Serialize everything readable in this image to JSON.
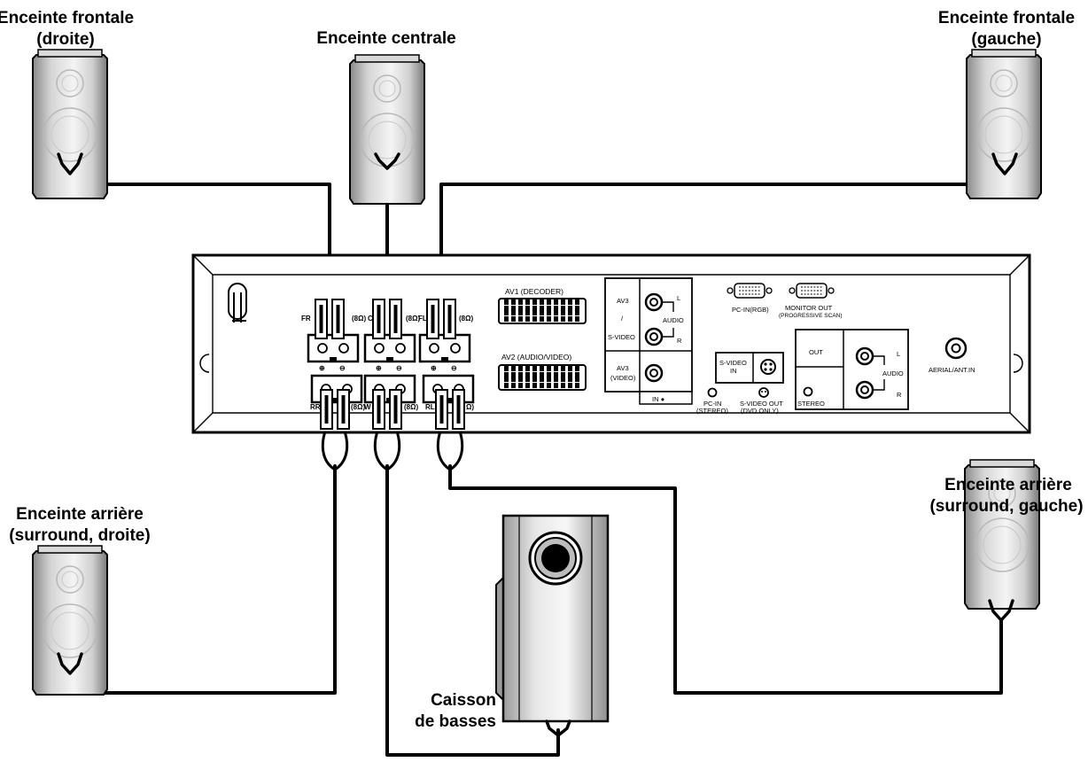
{
  "speakers": {
    "front_right": {
      "line1": "Enceinte frontale",
      "line2": "(droite)"
    },
    "center": {
      "line1": "Enceinte centrale"
    },
    "front_left": {
      "line1": "Enceinte frontale",
      "line2": "(gauche)"
    },
    "rear_right": {
      "line1": "Enceinte arrière",
      "line2": "(surround, droite)"
    },
    "rear_left": {
      "line1": "Enceinte arrière",
      "line2": "(surround, gauche)"
    },
    "subwoofer": {
      "line1": "Caisson",
      "line2": "de basses"
    }
  },
  "panel": {
    "terminals": {
      "fr": "FR",
      "c": "C",
      "fl": "FL",
      "rr": "RR",
      "w": "W",
      "rl": "RL",
      "ohm": "(8Ω)",
      "ohm_short": "Ω)",
      "plus": "⊕",
      "minus": "⊖"
    },
    "av1": "AV1 (DECODER)",
    "av2": "AV2 (AUDIO/VIDEO)",
    "av3_audio_top": "AV3",
    "av3_slash": "/",
    "av3_svideo": "S-VIDEO",
    "av3_video_top": "AV3",
    "av3_video_bottom": "(VIDEO)",
    "audio": "AUDIO",
    "l": "L",
    "r": "R",
    "in": "IN ●",
    "pc_in_rgb": "PC-IN(RGB)",
    "monitor_out": "MONITOR OUT",
    "progressive": "(PROGRESSIVE SCAN)",
    "svideo_in_1": "S-VIDEO",
    "svideo_in_2": "IN",
    "pc_in_1": "PC-IN",
    "pc_in_2": "(STEREO)",
    "svideo_out_1": "S-VIDEO OUT",
    "svideo_out_2": "(DVD ONLY)",
    "out": "OUT",
    "stereo": "STEREO",
    "aerial": "AERIAL/ANT.IN"
  }
}
